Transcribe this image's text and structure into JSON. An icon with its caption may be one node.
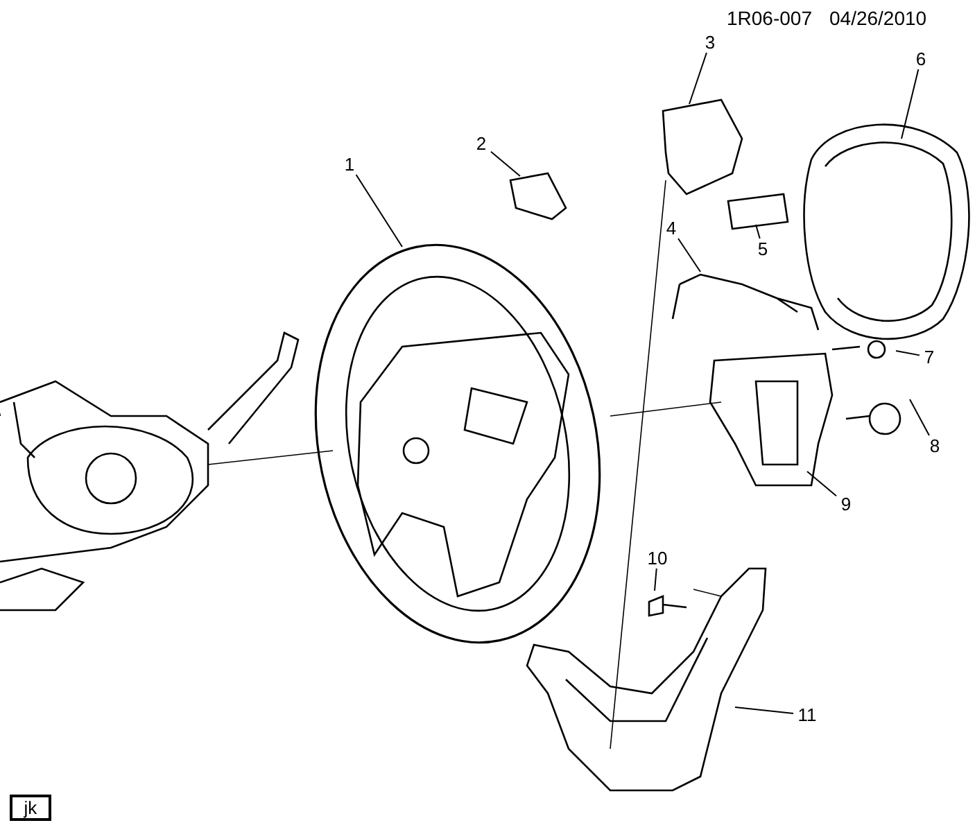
{
  "diagram": {
    "nodes": [
      {
        "text": [
          "1"
        ]
      },
      {
        "text": [
          "2"
        ]
      },
      {
        "text": [
          "3"
        ]
      },
      {
        "text": [
          "4"
        ]
      },
      {
        "text": [
          "5"
        ]
      },
      {
        "text": [
          "6"
        ]
      },
      {
        "text": [
          "7"
        ]
      },
      {
        "text": [
          "8"
        ]
      },
      {
        "text": [
          "9"
        ]
      },
      {
        "text": [
          "10"
        ]
      },
      {
        "text": [
          "11"
        ]
      },
      {
        "text": [
          "jk"
        ]
      }
    ],
    "edges": [
      {
        "from": 0,
        "to": null,
        "arrow": "none"
      },
      {
        "from": 1,
        "to": null,
        "arrow": "none"
      },
      {
        "from": 2,
        "to": null,
        "arrow": "none"
      },
      {
        "from": 3,
        "to": null,
        "arrow": "none"
      },
      {
        "from": 4,
        "to": null,
        "arrow": "none"
      },
      {
        "from": 5,
        "to": null,
        "arrow": "none"
      },
      {
        "from": 6,
        "to": null,
        "arrow": "none"
      },
      {
        "from": 7,
        "to": null,
        "arrow": "none"
      },
      {
        "from": 8,
        "to": null,
        "arrow": "none"
      },
      {
        "from": 9,
        "to": null,
        "arrow": "none"
      },
      {
        "from": 10,
        "to": null,
        "arrow": "none"
      }
    ],
    "labels": [
      "1R06-007",
      "04/26/2010"
    ]
  }
}
